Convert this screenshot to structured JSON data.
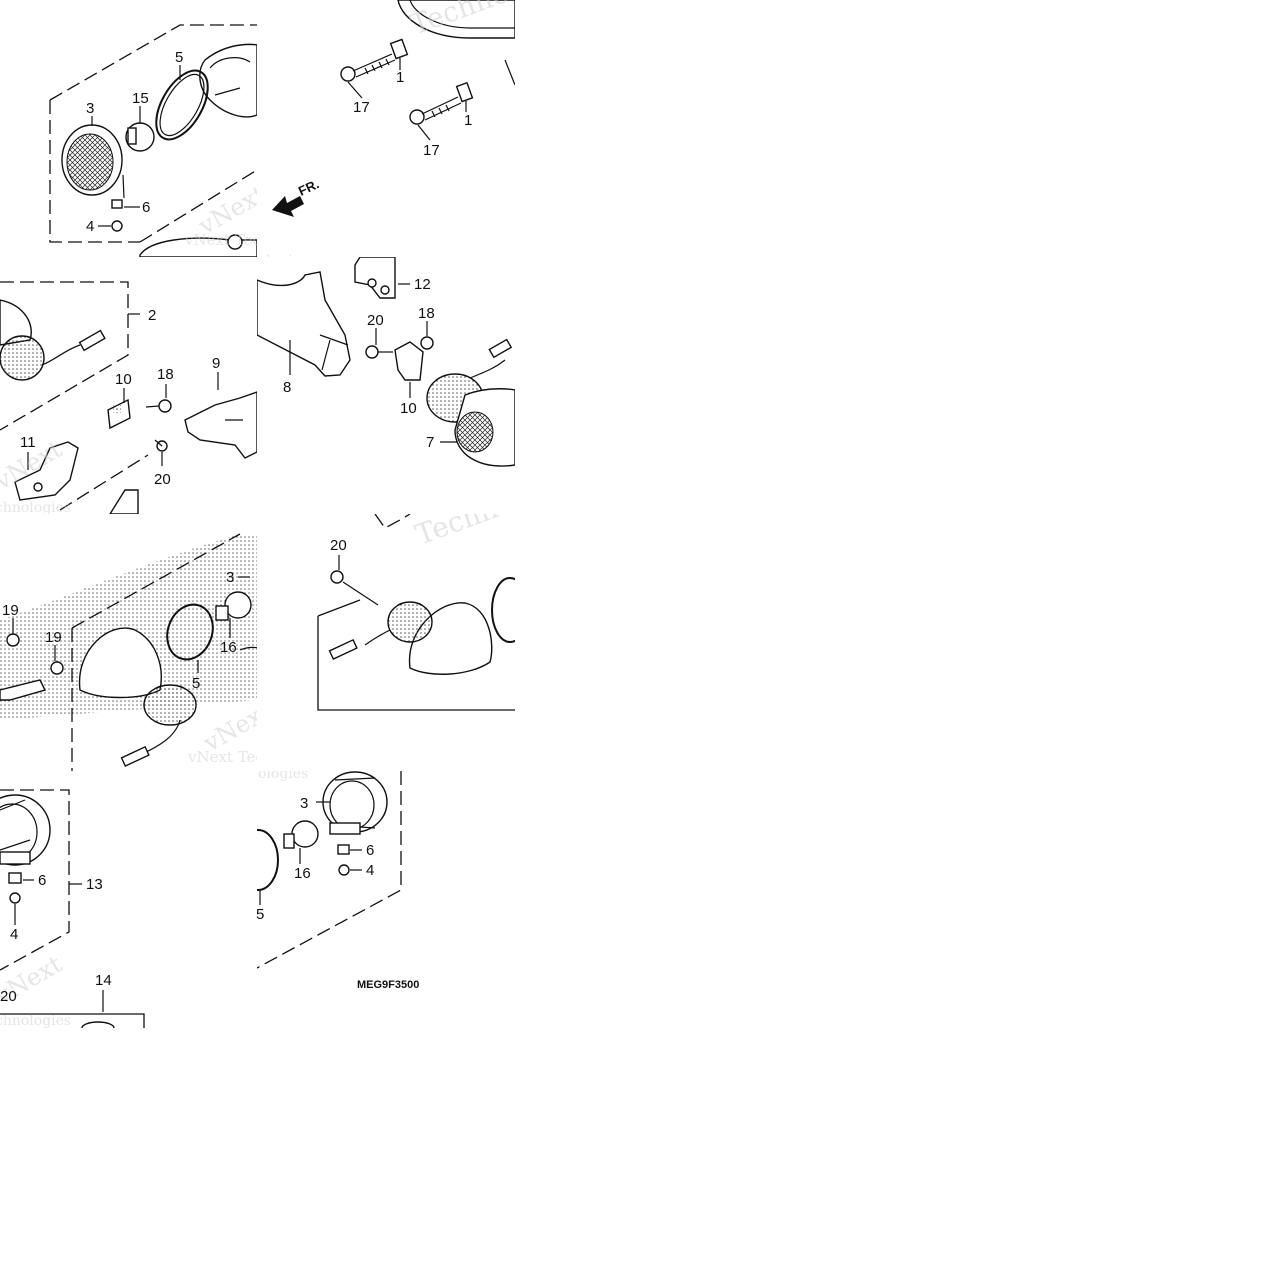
{
  "diagram": {
    "code": "MEG9F3500",
    "direction_label": "FR.",
    "watermark_texts": [
      "vNext",
      "Technologies",
      "vNext Technologies"
    ],
    "callouts": {
      "c1a": "1",
      "c1b": "1",
      "c17a": "17",
      "c17b": "17",
      "c3a": "3",
      "c15": "15",
      "c5a": "5",
      "c6a": "6",
      "c4a": "4",
      "c2": "2",
      "c10a": "10",
      "c18a": "18",
      "c9": "9",
      "c11": "11",
      "c20a": "20",
      "c12": "12",
      "c20b": "20",
      "c18b": "18",
      "c8": "8",
      "c10b": "10",
      "c7": "7",
      "c19a": "19",
      "c19b": "19",
      "c3b": "3",
      "c16a": "16",
      "c5b": "5",
      "c20c": "20",
      "c6b": "6",
      "c13": "13",
      "c4b": "4",
      "c3c": "3",
      "c6c": "6",
      "c4c": "4",
      "c16b": "16",
      "c5c": "5",
      "c14": "14",
      "c20d": "20"
    }
  }
}
